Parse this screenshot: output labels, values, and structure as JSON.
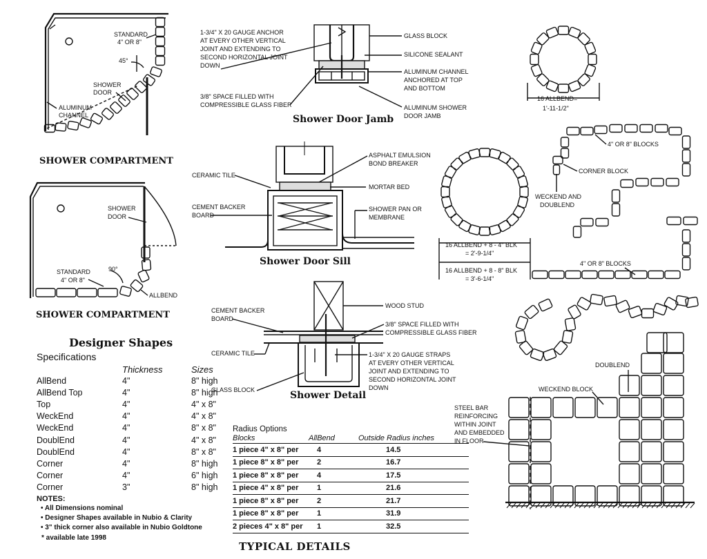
{
  "shower_compartment_1": {
    "title": "SHOWER COMPARTMENT",
    "standard_label_1": "STANDARD",
    "standard_label_2": "4\" OR 8\"",
    "angle": "45°",
    "door_label_1": "SHOWER",
    "door_label_2": "DOOR",
    "channel_label_1": "ALUMINUM",
    "channel_label_2": "CHANNEL"
  },
  "shower_compartment_2": {
    "title": "SHOWER COMPARTMENT",
    "door_label_1": "SHOWER",
    "door_label_2": "DOOR",
    "angle": "90°",
    "standard_label_1": "STANDARD",
    "standard_label_2": "4\" OR 8\"",
    "allbend_label": "ALLBEND"
  },
  "door_jamb": {
    "title": "Shower Door Jamb",
    "anchor_note": [
      "1-3/4\" X 20 GAUGE ANCHOR",
      "AT EVERY OTHER VERTICAL",
      "JOINT AND EXTENDING TO",
      "SECOND HORIZONTAL JOINT",
      "DOWN"
    ],
    "space_note": [
      "3/8\" SPACE FILLED WITH",
      "COMPRESSIBLE GLASS FIBER"
    ],
    "glass_block": "GLASS BLOCK",
    "silicone": "SILICONE SEALANT",
    "channel": [
      "ALUMINUM CHANNEL",
      "ANCHORED AT TOP",
      "AND BOTTOM"
    ],
    "door_jamb": [
      "ALUMINUM SHOWER",
      "DOOR JAMB"
    ]
  },
  "door_sill": {
    "title": "Shower Door Sill",
    "ceramic_tile": "CERAMIC TILE",
    "cement_backer": [
      "CEMENT BACKER",
      "BOARD"
    ],
    "asphalt": [
      "ASPHALT EMULSION",
      "BOND BREAKER"
    ],
    "mortar_bed": "MORTAR BED",
    "shower_pan": [
      "SHOWER PAN OR",
      "MEMBRANE"
    ]
  },
  "shower_detail": {
    "title": "Shower Detail",
    "cement_backer": [
      "CEMENT BACKER",
      "BOARD"
    ],
    "ceramic_tile": "CERAMIC TILE",
    "glass_block": "GLASS BLOCK",
    "wood_stud": "WOOD STUD",
    "space_note": [
      "3/8\" SPACE FILLED WITH",
      "COMPRESSIBLE GLASS FIBER"
    ],
    "straps_note": [
      "1-3/4\" X 20 GAUGE STRAPS",
      "AT EVERY OTHER VERTICAL",
      "JOINT AND EXTENDING TO",
      "SECOND HORIZONTAL JOINT",
      "DOWN"
    ]
  },
  "circle_small": {
    "label_1": "16 ALLBEND=",
    "label_2": "1'-11-1/2\""
  },
  "circle_large": {
    "label_1a": "16 ALLBEND + 8 - 4\" BLK",
    "label_1b": "= 2'-9-1/4\"",
    "label_2a": "16 ALLBEND + 8 - 8\" BLK",
    "label_2b": "= 3'-6-1/4\""
  },
  "plan_blocks": {
    "blocks_label_1": "4\" OR 8\" BLOCKS",
    "corner_block": "CORNER BLOCK",
    "weckend": [
      "WECKEND AND",
      "DOUBLEND"
    ],
    "blocks_label_2": "4\" OR 8\" BLOCKS"
  },
  "wall_elevation": {
    "doublend": "DOUBLEND",
    "weckend_block": "WECKEND BLOCK",
    "steel_bar": [
      "STEEL BAR",
      "REINFORCING",
      "WITHIN JOINT",
      "AND EMBEDDED",
      "IN FLOOR"
    ]
  },
  "designer_shapes": {
    "heading": "Designer Shapes",
    "subheading": "Specifications",
    "columns": [
      "",
      "Thickness",
      "Sizes"
    ],
    "rows": [
      [
        "AllBend",
        "4\"",
        "8\" high"
      ],
      [
        "AllBend Top",
        "4\"",
        "8\" high"
      ],
      [
        "Top",
        "4\"",
        "4\" x 8\""
      ],
      [
        "WeckEnd",
        "4\"",
        "4\" x 8\""
      ],
      [
        "WeckEnd",
        "4\"",
        "8\" x 8\""
      ],
      [
        "DoublEnd",
        "4\"",
        "4\" x 8\""
      ],
      [
        "DoublEnd",
        "4\"",
        "8\" x 8\""
      ],
      [
        "Corner",
        "4\"",
        "8\" high"
      ],
      [
        "Corner",
        "4\"",
        "6\" high"
      ],
      [
        "Corner",
        "3\"",
        "8\" high"
      ]
    ],
    "notes_heading": "NOTES:",
    "notes": [
      "• All Dimensions nominal",
      "• Designer Shapes available in Nubio & Clarity",
      "• 3\" thick corner also available in Nubio Goldtone"
    ],
    "availability": "* available late 1998"
  },
  "radius_options": {
    "title": "Radius Options",
    "columns": [
      "Blocks",
      "AllBend",
      "Outside Radius inches"
    ],
    "rows": [
      [
        "1 piece 4\" x 8\" per",
        "4",
        "14.5"
      ],
      [
        "1 piece 8\" x 8\" per",
        "2",
        "16.7"
      ],
      [
        "1 piece 8\" x 8\" per",
        "4",
        "17.5"
      ],
      [
        "1 piece 4\" x 8\" per",
        "1",
        "21.6"
      ],
      [
        "1 piece 8\" x 8\" per",
        "2",
        "21.7"
      ],
      [
        "1 piece 8\" x 8\" per",
        "1",
        "31.9"
      ],
      [
        "2 pieces 4\" x 8\" per",
        "1",
        "32.5"
      ]
    ]
  },
  "footer": "TYPICAL DETAILS"
}
